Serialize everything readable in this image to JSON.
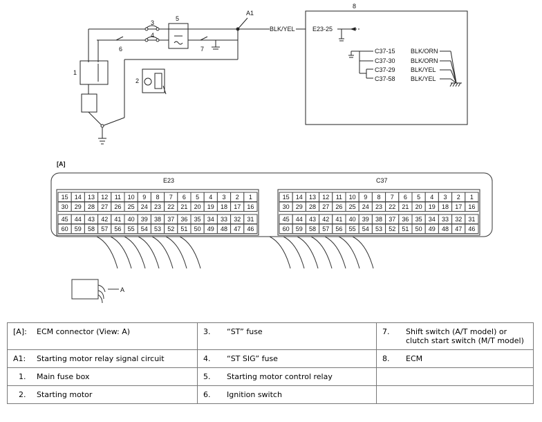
{
  "diagram": {
    "numbers": {
      "n1": "1",
      "n2": "2",
      "n3": "3",
      "n4": "4",
      "n5": "5",
      "n6": "6",
      "n7": "7",
      "n8": "8",
      "a1": "A1"
    },
    "wires": {
      "main": "BLK/YEL",
      "c37_15": "BLK/ORN",
      "c37_30": "BLK/ORN",
      "c37_29": "BLK/YEL",
      "c37_58": "BLK/YEL"
    },
    "terminals": {
      "e23_25": "E23-25",
      "c37_15": "C37-15",
      "c37_30": "C37-30",
      "c37_29": "C37-29",
      "c37_58": "C37-58"
    },
    "connector_view": {
      "label": "[A]",
      "left_name": "E23",
      "right_name": "C37",
      "rows": [
        [
          "15",
          "14",
          "13",
          "12",
          "11",
          "10",
          "9",
          "8",
          "7",
          "6",
          "5",
          "4",
          "3",
          "2",
          "1"
        ],
        [
          "30",
          "29",
          "28",
          "27",
          "26",
          "25",
          "24",
          "23",
          "22",
          "21",
          "20",
          "19",
          "18",
          "17",
          "16"
        ],
        [
          "45",
          "44",
          "43",
          "42",
          "41",
          "40",
          "39",
          "38",
          "37",
          "36",
          "35",
          "34",
          "33",
          "32",
          "31"
        ],
        [
          "60",
          "59",
          "58",
          "57",
          "56",
          "55",
          "54",
          "53",
          "52",
          "51",
          "50",
          "49",
          "48",
          "47",
          "46"
        ]
      ],
      "arrow_label": "A"
    }
  },
  "legend": [
    [
      {
        "key": "[A]:",
        "text": "ECM connector (View: A)"
      },
      {
        "key": "3.",
        "text": "“ST” fuse"
      },
      {
        "key": "7.",
        "text": "Shift switch (A/T model) or clutch start switch (M/T model)"
      }
    ],
    [
      {
        "key": "A1:",
        "text": "Starting motor relay signal circuit"
      },
      {
        "key": "4.",
        "text": "“ST SIG” fuse"
      },
      {
        "key": "8.",
        "text": "ECM"
      }
    ],
    [
      {
        "key": "1.",
        "text": "Main fuse box"
      },
      {
        "key": "5.",
        "text": "Starting motor control relay"
      },
      {
        "key": "",
        "text": ""
      }
    ],
    [
      {
        "key": "2.",
        "text": "Starting motor"
      },
      {
        "key": "6.",
        "text": "Ignition switch"
      },
      {
        "key": "",
        "text": ""
      }
    ]
  ]
}
